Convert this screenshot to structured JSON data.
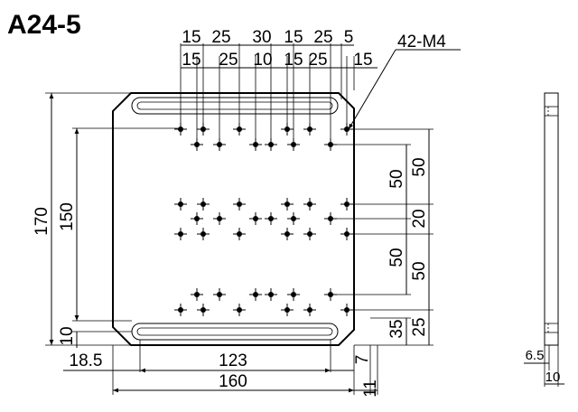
{
  "title": "A24-5",
  "callout": "42-M4",
  "top_dims_row1": [
    "15",
    "25",
    "30",
    "15",
    "25",
    "5"
  ],
  "top_dims_row2": [
    "15",
    "25",
    "10",
    "15",
    "25",
    "15"
  ],
  "left_dims": [
    "170",
    "150",
    "10"
  ],
  "right_dims_inner": [
    "50",
    "50"
  ],
  "right_dims_outer": [
    "50",
    "20",
    "50",
    "25"
  ],
  "right_dim_35": "35",
  "bottom_dims": [
    "18.5",
    "123",
    "160",
    "7",
    "11"
  ],
  "side_view_dims": [
    "6.5",
    "10"
  ]
}
